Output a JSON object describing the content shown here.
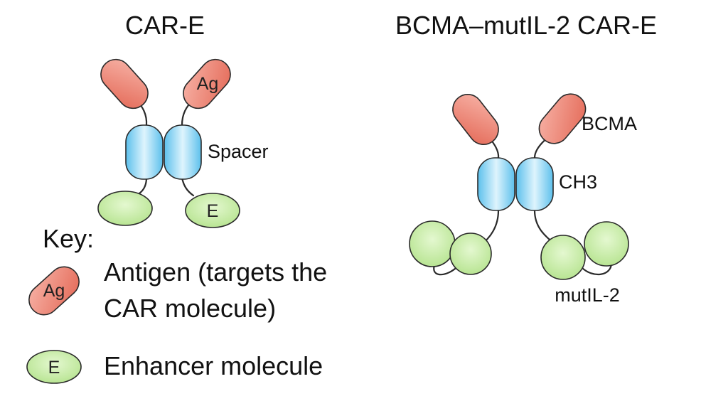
{
  "left_title": "CAR-E",
  "right_title": "BCMA–mutIL-2 CAR-E",
  "left_labels": {
    "antigen_short": "Ag",
    "spacer": "Spacer",
    "enhancer_short": "E"
  },
  "right_labels": {
    "bcma": "BCMA",
    "ch3": "CH3",
    "mutil2": "mutIL-2"
  },
  "key": {
    "heading": "Key:",
    "antigen_icon_text": "Ag",
    "antigen_line1": "Antigen (targets the",
    "antigen_line2": "CAR molecule)",
    "enhancer_icon_text": "E",
    "enhancer_text": "Enhancer molecule"
  },
  "colors": {
    "antigen": "#ec8070",
    "spacer": "#8fd4f2",
    "enhancer": "#cdeeb0"
  }
}
